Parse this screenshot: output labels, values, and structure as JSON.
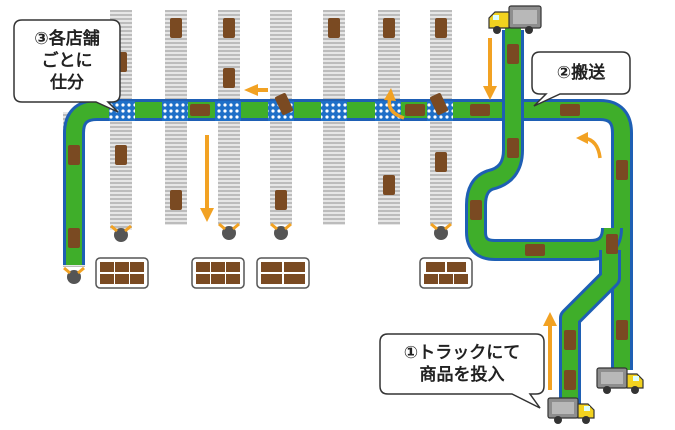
{
  "labels": {
    "step1_line1": "①トラックにて",
    "step1_line2": "商品を投入",
    "step2": "②搬送",
    "step3_line1": "③各店舗",
    "step3_line2": "ごとに",
    "step3_line3": "仕分"
  },
  "colors": {
    "main_belt": "#3fae2a",
    "belt_border": "#1e5fb4",
    "sorter_lane": "#b5b5b5",
    "package": "#7a4a22",
    "arrow": "#f2a223",
    "divert_block": "#1e6fc8",
    "truck_cab": "#f2d21f",
    "truck_cargo": "#8e8e8e"
  },
  "icons": [
    "truck-icon",
    "sorter-divert-icon",
    "package-icon",
    "flow-arrow-icon",
    "shipping-crate-icon",
    "chute-end-icon"
  ]
}
